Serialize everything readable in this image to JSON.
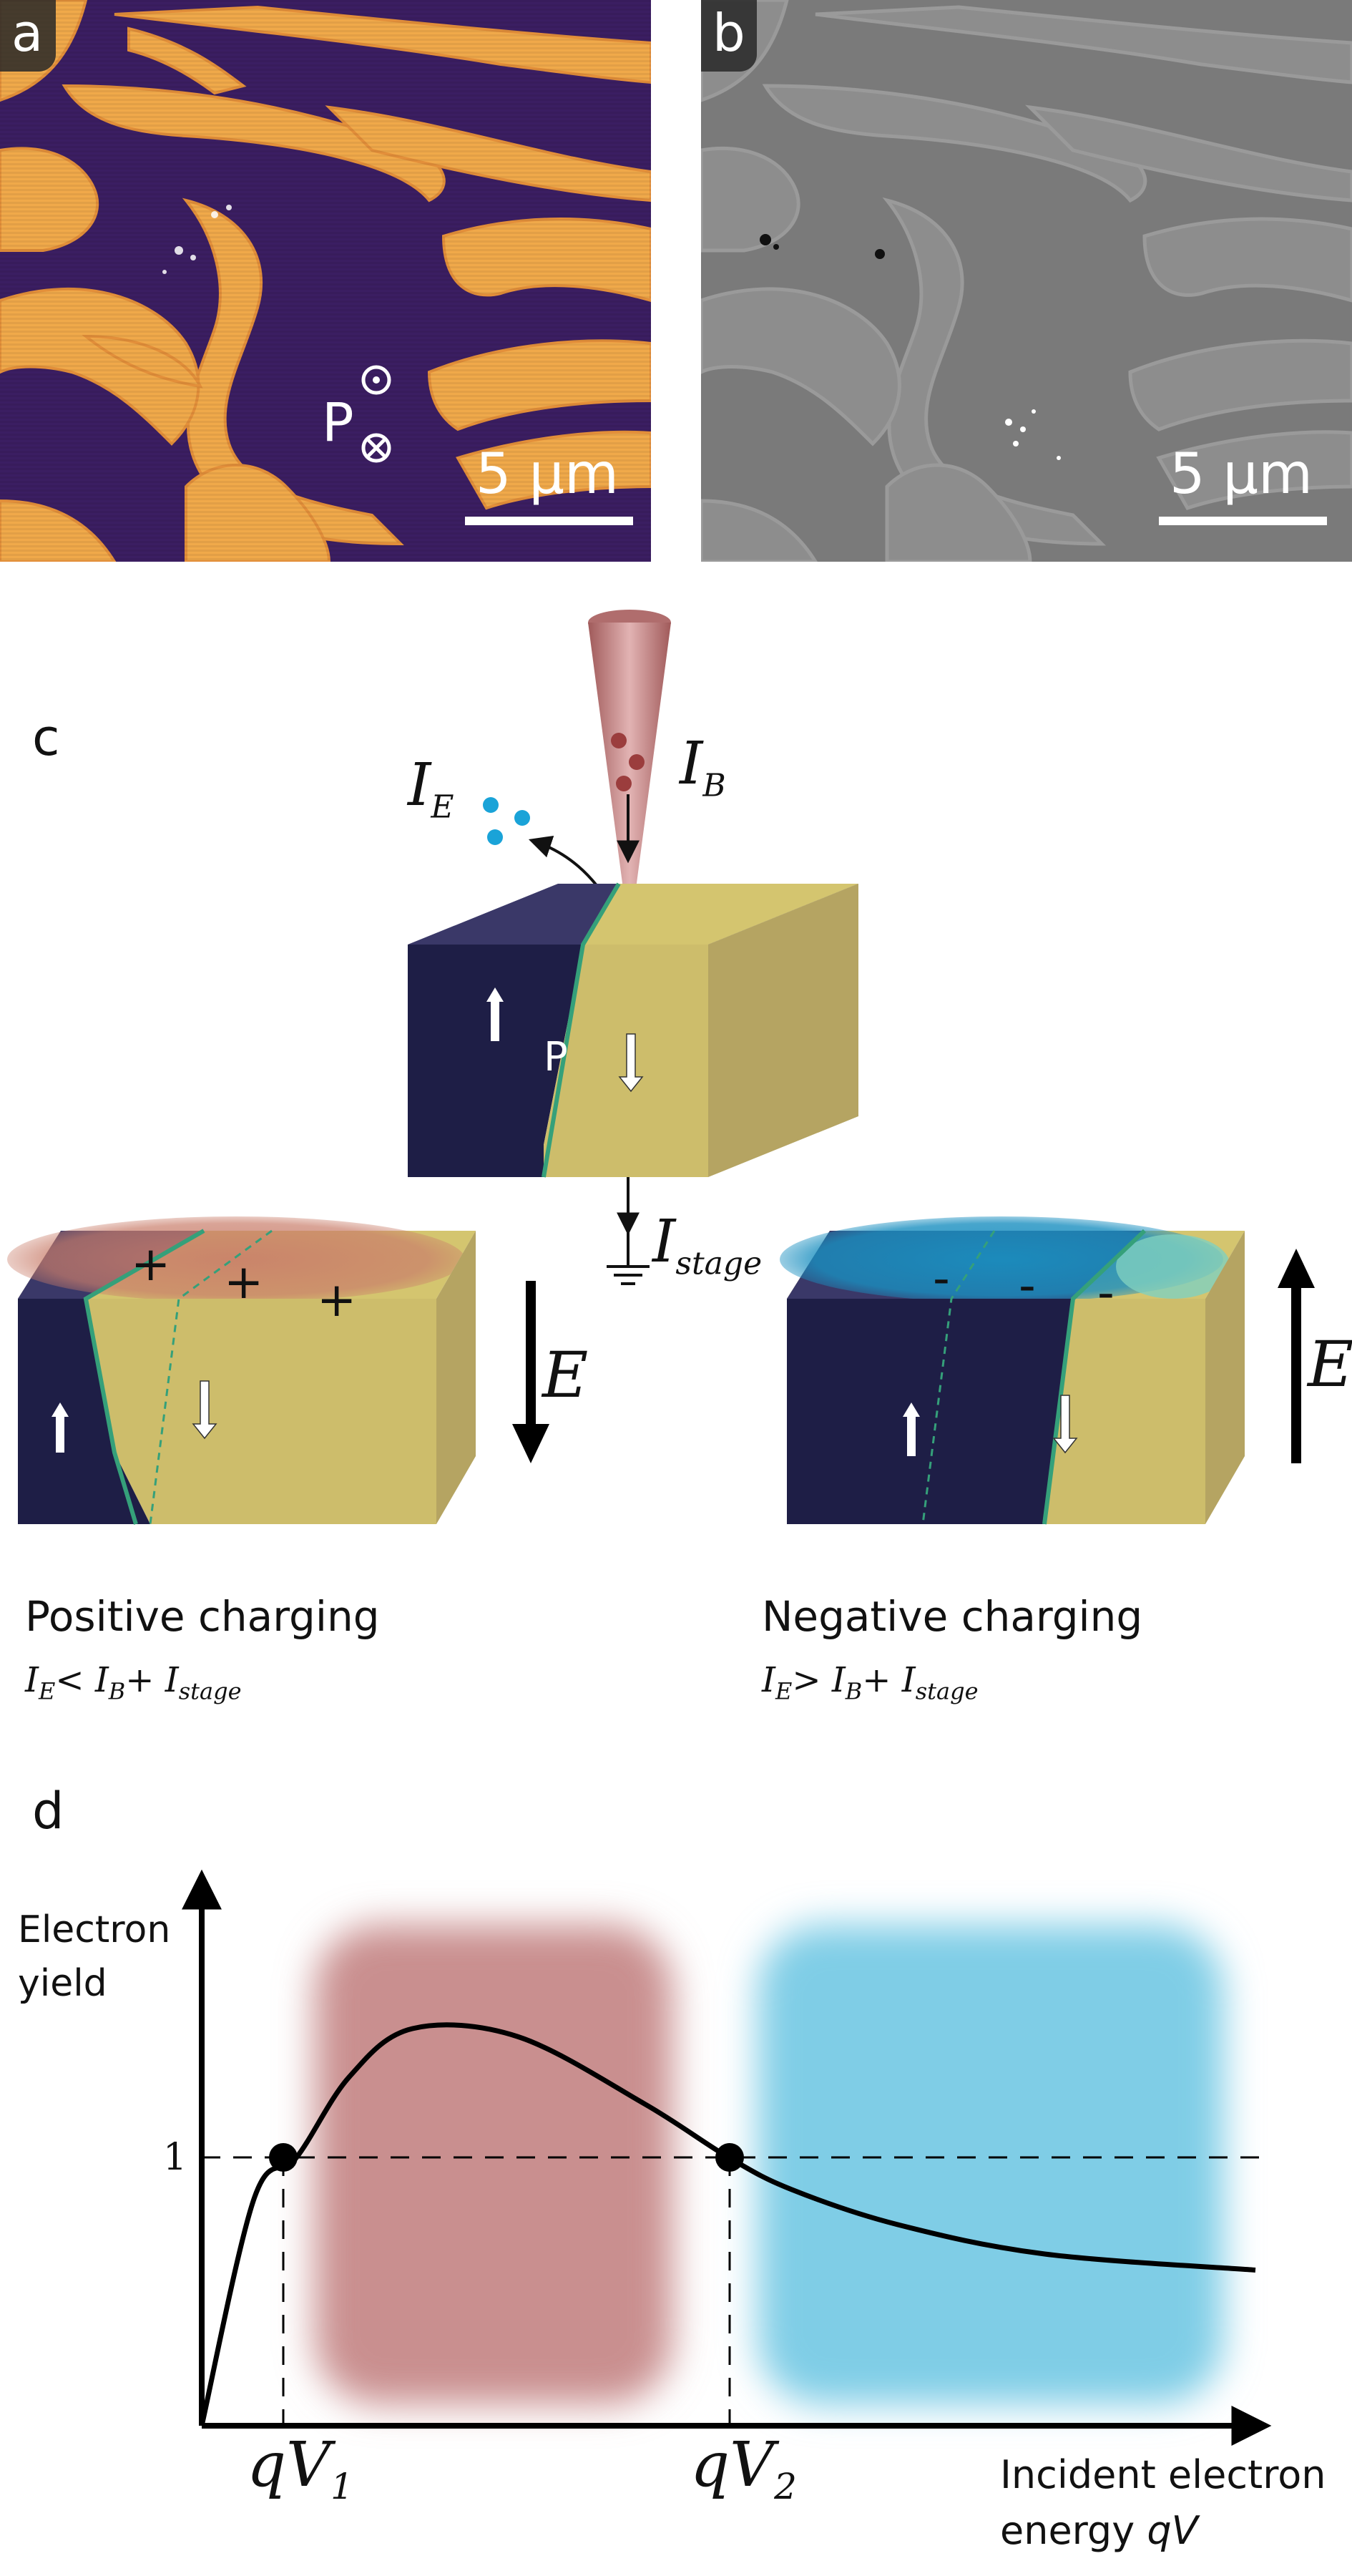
{
  "panel_a": {
    "label": "a",
    "scale_text": "5 µm",
    "pol_label": "P"
  },
  "panel_b": {
    "label": "b",
    "scale_text": "5 µm"
  },
  "panel_c": {
    "label": "c",
    "i_e": "I",
    "i_e_sub": "E",
    "i_b": "I",
    "i_b_sub": "B",
    "i_stage": "I",
    "i_stage_sub": "stage",
    "p_label": "P",
    "field_label": "E",
    "plus": "+",
    "minus": "-",
    "left_caption": "Positive charging",
    "left_formula": {
      "a": "I",
      "a_sub": "E",
      "op": "<",
      "b": "I",
      "b_sub": "B",
      "plus": "+",
      "c": "I",
      "c_sub": "stage"
    },
    "right_caption": "Negative charging",
    "right_formula": {
      "a": "I",
      "a_sub": "E",
      "op": ">",
      "b": "I",
      "b_sub": "B",
      "plus": "+",
      "c": "I",
      "c_sub": "stage"
    }
  },
  "panel_d": {
    "label": "d",
    "ylabel_line1": "Electron",
    "ylabel_line2": "yield",
    "y_tick": "1",
    "qv1": "qV",
    "qv1_sub": "1",
    "qv2": "qV",
    "qv2_sub": "2",
    "xlabel_line1": "Incident electron",
    "xlabel_line2": "energy",
    "xlabel_var": "qV",
    "colors": {
      "positive_region": "#c98f8f",
      "negative_region": "#7fcde6"
    }
  },
  "chart_data": {
    "type": "line",
    "title": "",
    "xlabel": "Incident electron energy qV",
    "ylabel": "Electron yield",
    "y_ticks": [
      "1"
    ],
    "x_ticks": [
      "qV1",
      "qV2"
    ],
    "series": [
      {
        "x": [
          0.0,
          0.05,
          0.09,
          0.14,
          0.2,
          0.3,
          0.42,
          0.5,
          0.56,
          0.66,
          0.8,
          1.0
        ],
        "y": [
          0.0,
          0.85,
          1.0,
          1.3,
          1.48,
          1.45,
          1.2,
          1.0,
          0.88,
          0.75,
          0.64,
          0.58
        ]
      }
    ],
    "reference_line_y": 1,
    "crossings": [
      {
        "x": "qV1",
        "y": 1
      },
      {
        "x": "qV2",
        "y": 1
      }
    ]
  }
}
